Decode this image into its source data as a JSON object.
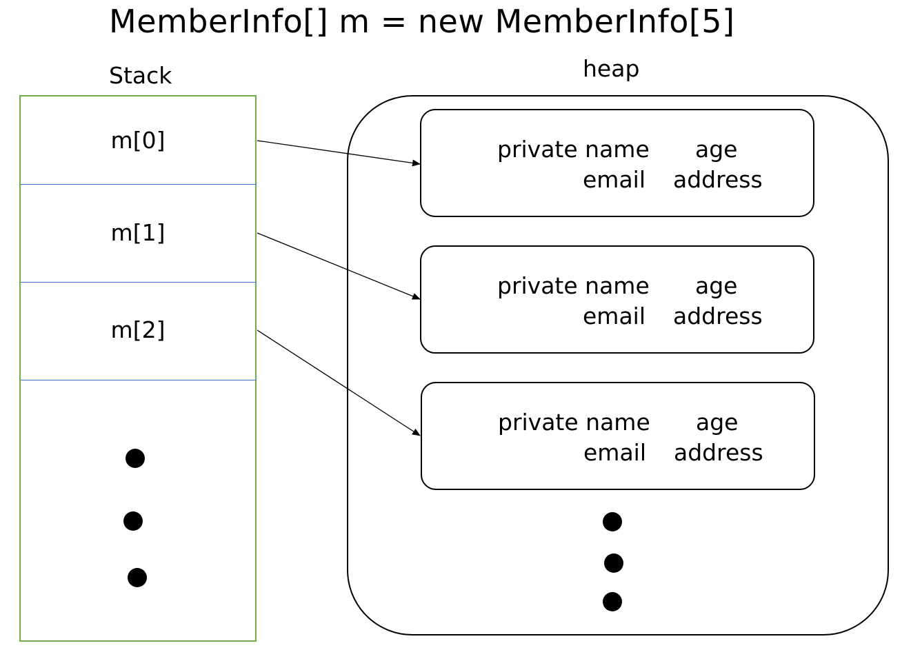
{
  "title": "MemberInfo[] m = new MemberInfo[5]",
  "stack": {
    "label": "Stack",
    "slots": [
      "m[0]",
      "m[1]",
      "m[2]"
    ]
  },
  "heap": {
    "label": "heap",
    "objects": [
      {
        "line1_left": "private name",
        "line1_right": "age",
        "line2_left": "email",
        "line2_right": "address"
      },
      {
        "line1_left": "private name",
        "line1_right": "age",
        "line2_left": "email",
        "line2_right": "address"
      },
      {
        "line1_left": "private name",
        "line1_right": "age",
        "line2_left": "email",
        "line2_right": "address"
      }
    ]
  },
  "colors": {
    "stack_border": "#70ad47",
    "slot_divider": "#4472c4",
    "ink": "#000000"
  }
}
